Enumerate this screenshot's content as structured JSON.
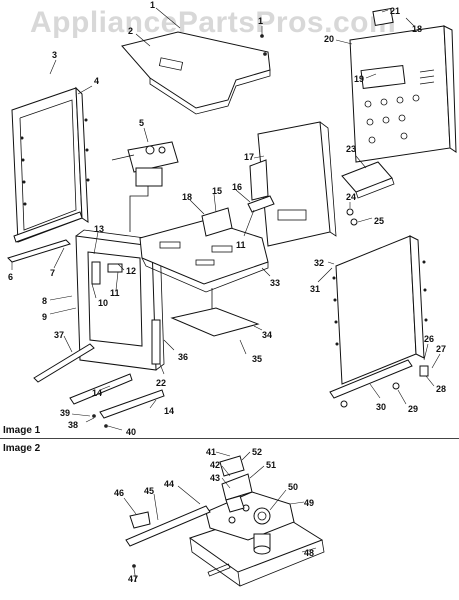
{
  "watermark": "AppliancePartsPros.com",
  "image_labels": [
    "Image 1",
    "Image 2"
  ],
  "callouts_image1": [
    "1",
    "1",
    "2",
    "3",
    "4",
    "5",
    "6",
    "7",
    "8",
    "9",
    "10",
    "11",
    "11",
    "12",
    "13",
    "14",
    "14",
    "15",
    "16",
    "17",
    "18",
    "18",
    "19",
    "20",
    "21",
    "22",
    "23",
    "24",
    "25",
    "26",
    "27",
    "28",
    "29",
    "30",
    "31",
    "32",
    "33",
    "34",
    "35",
    "36",
    "37",
    "38",
    "39",
    "40"
  ],
  "callouts_image2": [
    "41",
    "42",
    "43",
    "44",
    "45",
    "46",
    "47",
    "48",
    "49",
    "50",
    "51",
    "52"
  ]
}
